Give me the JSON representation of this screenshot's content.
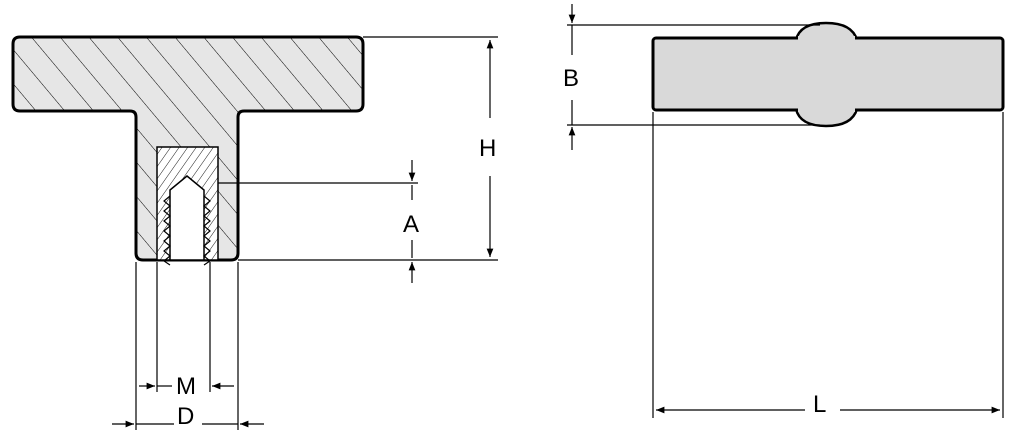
{
  "drawing": {
    "section_view": {
      "dimensions": {
        "height_label": "H",
        "thread_depth_label": "A",
        "thread_label": "M",
        "diameter_label": "D"
      }
    },
    "side_view": {
      "dimensions": {
        "thickness_label": "B",
        "length_label": "L"
      }
    },
    "colors": {
      "line": "#000000",
      "fill_gray": "#d9d9d9",
      "background": "#ffffff"
    }
  }
}
